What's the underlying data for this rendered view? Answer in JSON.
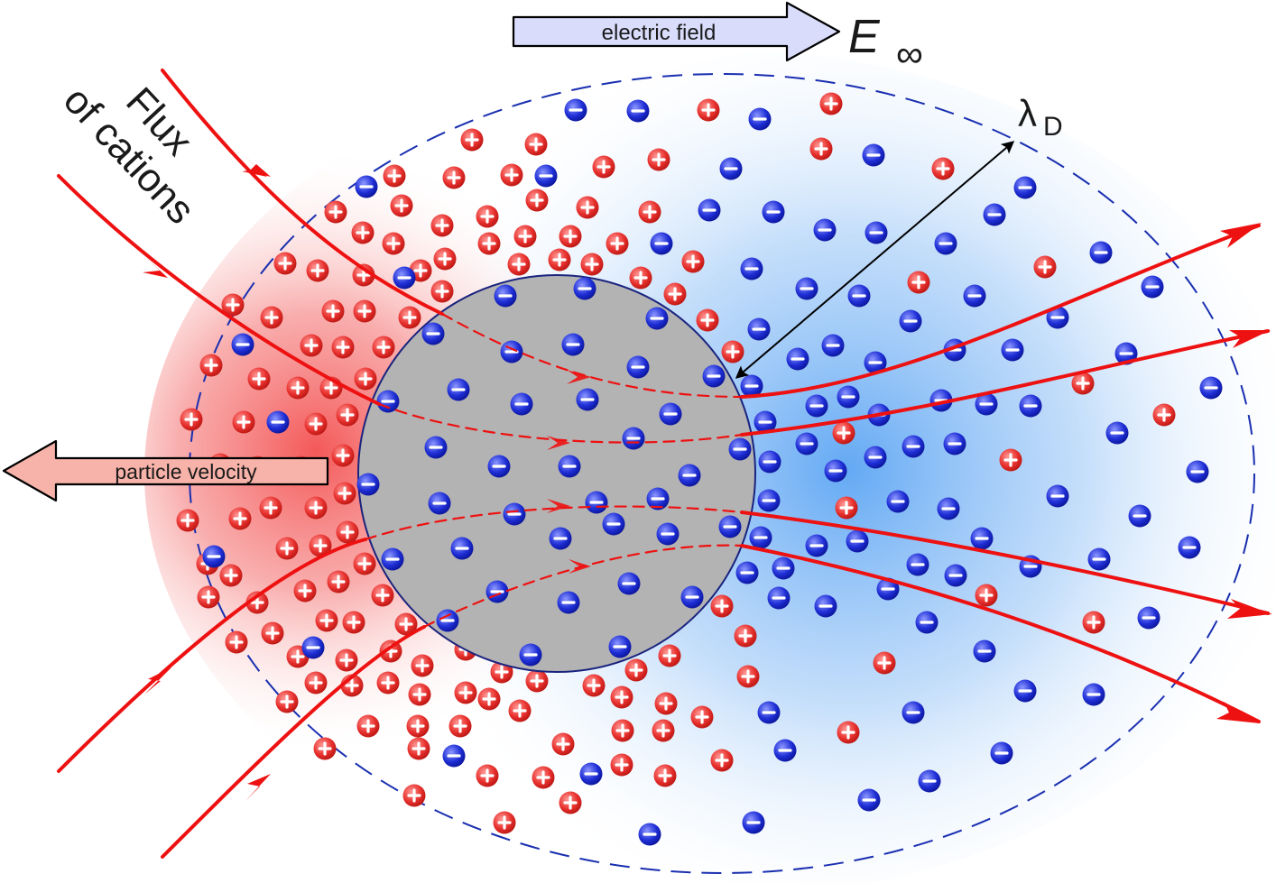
{
  "labels": {
    "electric_field": "electric field",
    "e_symbol": "E",
    "e_subscript": "∞",
    "lambda_symbol": "λ",
    "lambda_subscript": "D",
    "flux_line1": "Flux",
    "flux_line2": "of cations",
    "particle_velocity": "particle velocity"
  },
  "colors": {
    "cation": "#e8322f",
    "anion": "#1f2fd6",
    "flux_line": "#ee1111",
    "particle": "#b3b3b3",
    "debye_boundary": "#1a2fb0",
    "field_arrow_fill": "#d9dcfb",
    "velocity_arrow_fill": "#f7b3a9",
    "cloud_red": "#f23b3b",
    "cloud_blue": "#2f8cf0"
  },
  "ions": {
    "cation_icon": "plus-circle-icon",
    "anion_icon": "minus-circle-icon"
  }
}
